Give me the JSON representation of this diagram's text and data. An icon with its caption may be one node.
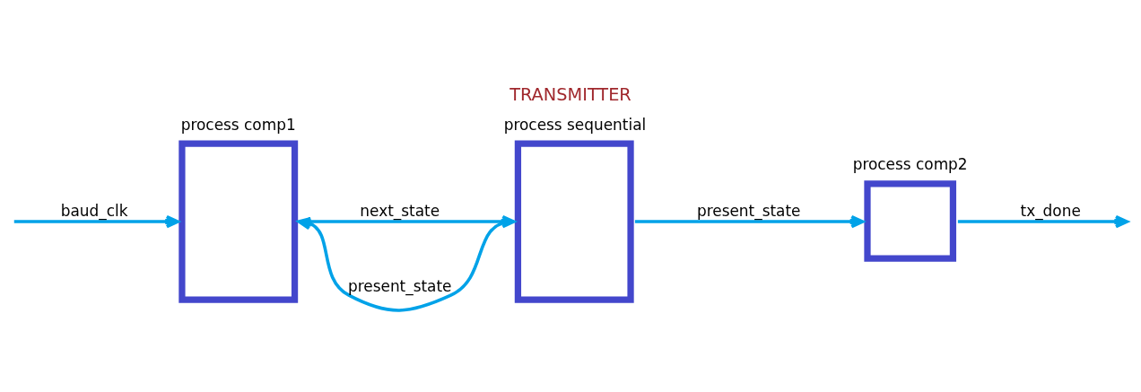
{
  "diagram": {
    "title": "TRANSMITTER",
    "nodes": [
      {
        "text": [
          "process comp1"
        ]
      },
      {
        "text": [
          "process sequential"
        ]
      },
      {
        "text": [
          "process comp2"
        ]
      }
    ],
    "edges": [
      {
        "from": 1,
        "to": 0,
        "arrow": "to",
        "label": "present_state"
      },
      {
        "from": null,
        "to": 0,
        "arrow": "to",
        "label": "baud_clk"
      },
      {
        "from": 0,
        "to": 1,
        "arrow": "to",
        "label": "next_state"
      },
      {
        "from": 1,
        "to": 2,
        "arrow": "to",
        "label": "present_state"
      },
      {
        "from": 2,
        "to": null,
        "arrow": "to",
        "label": "tx_done"
      }
    ]
  }
}
